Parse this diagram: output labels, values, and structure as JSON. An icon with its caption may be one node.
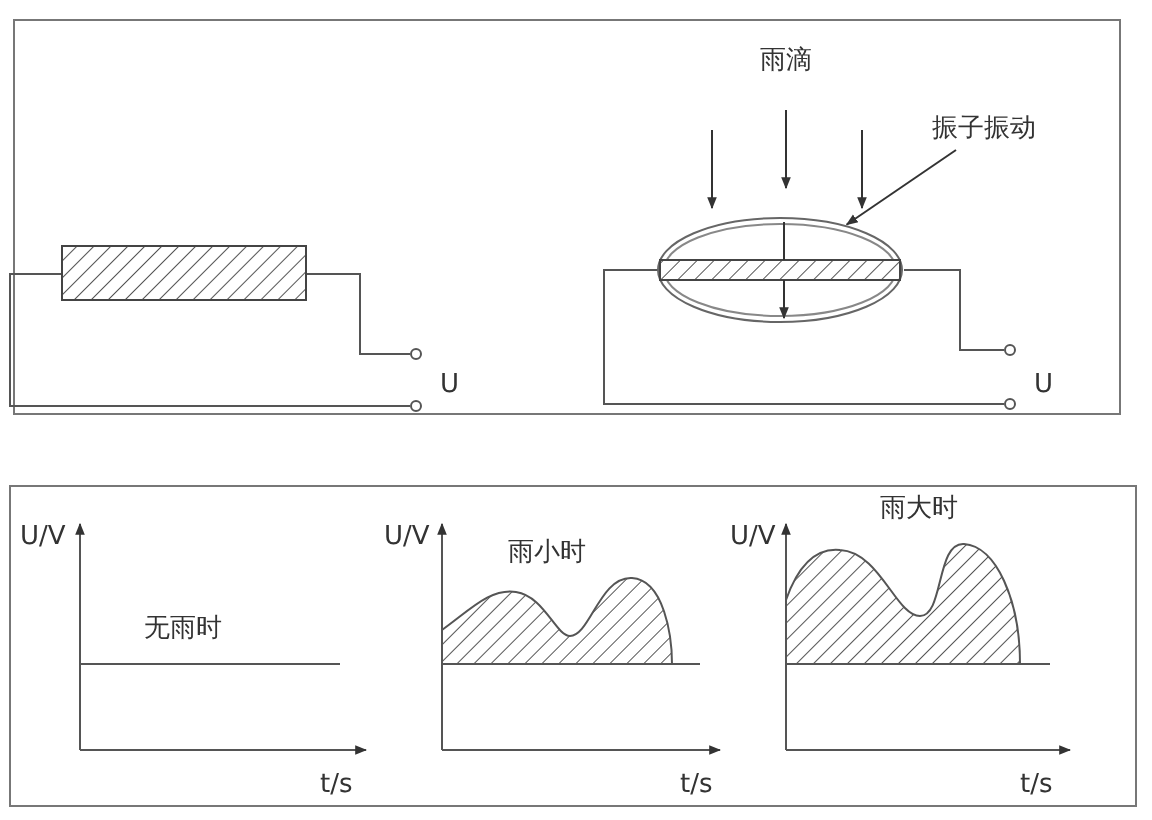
{
  "diagram": {
    "nodes": [
      {
        "text": [
          "振子振动"
        ]
      },
      {
        "text": [],
        "shape": "ellipse"
      }
    ],
    "edges": [
      {
        "from": 0,
        "to": 1,
        "arrow": "to"
      }
    ],
    "labels": [
      "雨滴",
      "U",
      "U",
      "U/V",
      "无雨时",
      "t/s",
      "U/V",
      "雨小时",
      "t/s",
      "U/V",
      "雨大时",
      "t/s"
    ]
  }
}
